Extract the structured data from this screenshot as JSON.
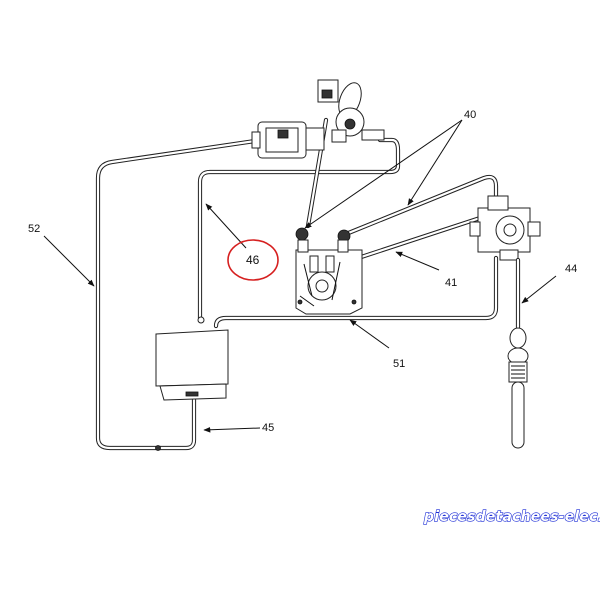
{
  "callouts": {
    "c40": "40",
    "c41": "41",
    "c44": "44",
    "c45": "45",
    "c46": "46",
    "c51": "51",
    "c52": "52"
  },
  "highlight": {
    "target": "46",
    "color": "#d62020"
  },
  "watermark": {
    "text": "piecesdetachees-elec.com",
    "color": "#1a2bd6"
  }
}
